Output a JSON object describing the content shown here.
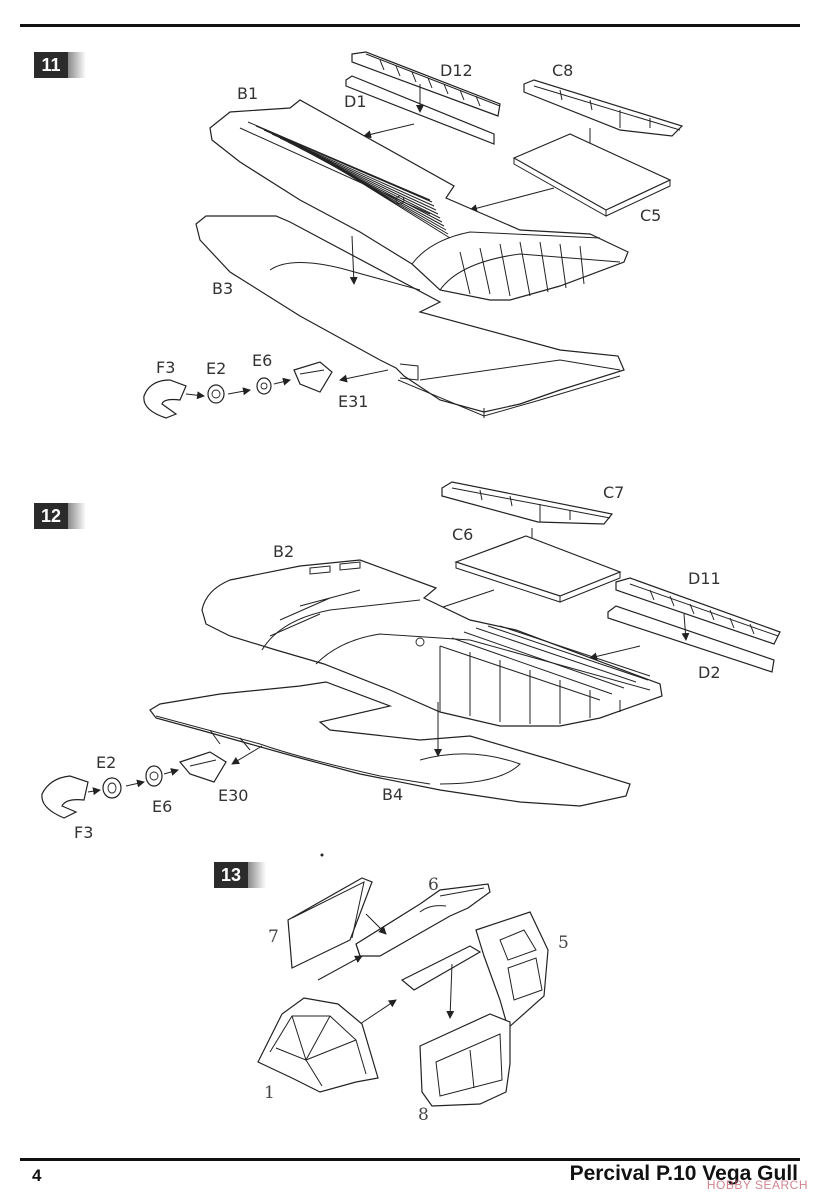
{
  "steps": [
    {
      "number": "11",
      "labels": {
        "b1": "B1",
        "d1": "D1",
        "d12": "D12",
        "c8": "C8",
        "c5": "C5",
        "b3": "B3",
        "f3": "F3",
        "e2": "E2",
        "e6": "E6",
        "e31": "E31"
      }
    },
    {
      "number": "12",
      "labels": {
        "c7": "C7",
        "c6": "C6",
        "b2": "B2",
        "d11": "D11",
        "d2": "D2",
        "e2": "E2",
        "e6": "E6",
        "f3": "F3",
        "e30": "E30",
        "b4": "B4"
      }
    },
    {
      "number": "13",
      "labels": {
        "p1": "1",
        "p5": "5",
        "p6": "6",
        "p7": "7",
        "p8": "8"
      }
    }
  ],
  "footer": {
    "page_number": "4",
    "title": "Percival P.10 Vega Gull",
    "watermark": "HOBBY SEARCH"
  }
}
